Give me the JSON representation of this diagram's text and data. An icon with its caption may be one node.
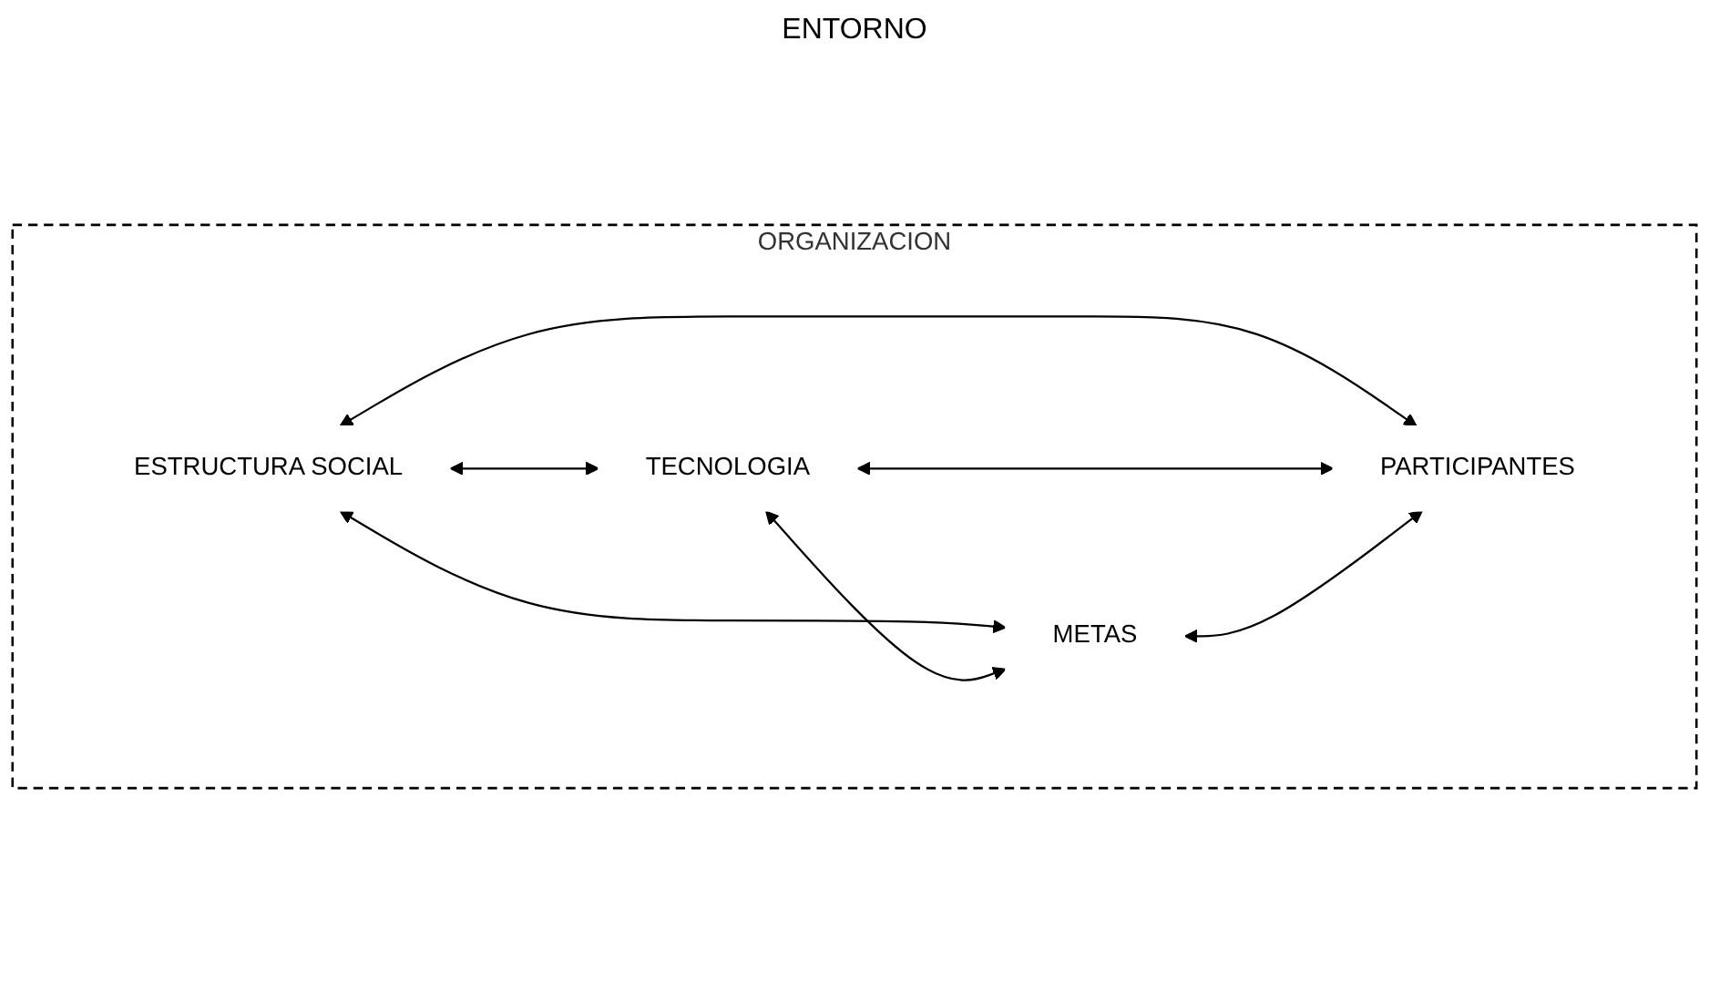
{
  "diagram": {
    "title": "ENTORNO",
    "nodes": [
      {
        "text": [
          "ORGANIZACION"
        ]
      },
      {
        "text": [
          "ESTRUCTURA SOCIAL"
        ],
        "in": 0
      },
      {
        "text": [
          "TECNOLOGIA"
        ],
        "in": 0
      },
      {
        "text": [
          "METAS"
        ],
        "in": 0
      },
      {
        "text": [
          "PARTICIPANTES"
        ],
        "in": 0
      }
    ],
    "edges": [
      {
        "from": 1,
        "to": 2,
        "arrow": "both"
      },
      {
        "from": 1,
        "to": 4,
        "arrow": "both"
      },
      {
        "from": 1,
        "to": 3,
        "arrow": "both"
      },
      {
        "from": 2,
        "to": 3,
        "arrow": "both"
      },
      {
        "from": 2,
        "to": 4,
        "arrow": "both"
      },
      {
        "from": 3,
        "to": 4,
        "arrow": "both"
      }
    ]
  }
}
